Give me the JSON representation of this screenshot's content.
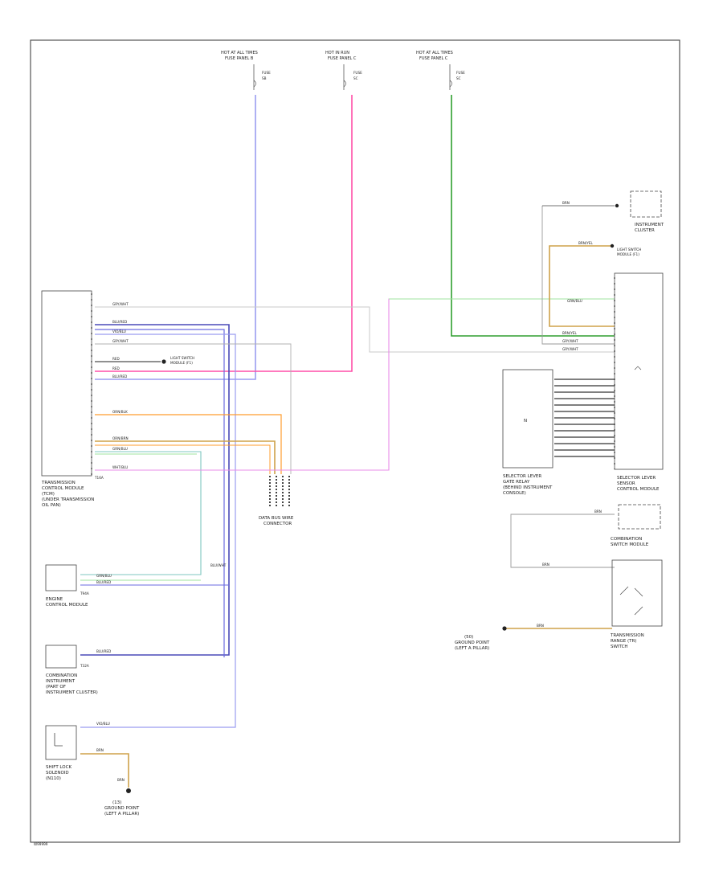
{
  "figure_code": "W99999",
  "fuses": {
    "f1": {
      "line1": "HOT AT ALL TIMES",
      "line2": "FUSE PANEL B",
      "fuse_label": "FUSE",
      "fuse_id": "SB"
    },
    "f2": {
      "line1": "HOT IN RUN",
      "line2": "FUSE PANEL C",
      "fuse_label": "FUSE",
      "fuse_id": "SC"
    },
    "f3": {
      "line1": "HOT AT ALL TIMES",
      "line2": "FUSE PANEL C",
      "fuse_label": "FUSE",
      "fuse_id": "SC"
    }
  },
  "components": {
    "tcm": {
      "l1": "TRANSMISSION",
      "l2": "CONTROL MODULE",
      "l3": "(TCM)",
      "l4": "(UNDER TRANSMISSION",
      "l5": "OIL PAN)",
      "conn": "T16A"
    },
    "ecm": {
      "l1": "ENGINE",
      "l2": "CONTROL MODULE",
      "conn": "T94A"
    },
    "combi": {
      "l1": "COMBINATION",
      "l2": "INSTRUMENT",
      "l3": "(PART OF",
      "l4": "INSTRUMENT CLUSTER)",
      "conn": "T32A"
    },
    "shift_sol": {
      "l1": "SHIFT LOCK",
      "l2": "SOLENOID",
      "l3": "(N110)"
    },
    "ground_left": {
      "l1": "(13)",
      "l2": "GROUND POINT",
      "l3": "(LEFT A PILLAR)"
    },
    "splice": {
      "l1": "DATA BUS WIRE",
      "l2": "CONNECTOR"
    },
    "instr": {
      "l1": "INSTRUMENT",
      "l2": "CLUSTER"
    },
    "sel_gate": {
      "l1": "SELECTOR LEVER",
      "l2": "GATE RELAY",
      "l3": "(BEHIND INSTRUMENT",
      "l4": "CONSOLE)"
    },
    "sel_sensor": {
      "l1": "SELECTOR LEVER",
      "l2": "SENSOR",
      "l3": "CONTROL MODULE"
    },
    "comb_sw": {
      "l1": "COMBINATION",
      "l2": "SWITCH MODULE"
    },
    "trans_range": {
      "l1": "TRANSMISSION",
      "l2": "RANGE (TR)",
      "l3": "SWITCH"
    },
    "ground_right": {
      "l1": "(50)",
      "l2": "GROUND POINT",
      "l3": "(LEFT A PILLAR)"
    },
    "kickdown": {
      "l1": "LIGHT SWITCH",
      "l2": "MODULE (F1)"
    }
  },
  "wire_labels": {
    "w_gry": "GRY/WHT",
    "w_blured": "BLU/RED",
    "w_red": "RED",
    "w_brnyel": "BRN/YEL",
    "w_orn": "ORN/BLK",
    "w_org": "ORN/BRN",
    "w_grn": "GRN/BLU",
    "w_vio": "VIO/BLU",
    "w_blu": "BLU/WHT",
    "w_brn": "BRN",
    "w_wht": "WHT/BLU"
  },
  "colors": {
    "violet": "#9a9cf0",
    "pink": "#ff4fa8",
    "green": "#2e9e2e",
    "lightgreen": "#9fe39f",
    "navy": "#4a4ab8",
    "orange": "#ff9c2e",
    "tan": "#cfa24a",
    "magenta": "#e98ce9",
    "teal": "#7fc7c0",
    "grey": "#9a9a9a",
    "black": "#222222"
  }
}
